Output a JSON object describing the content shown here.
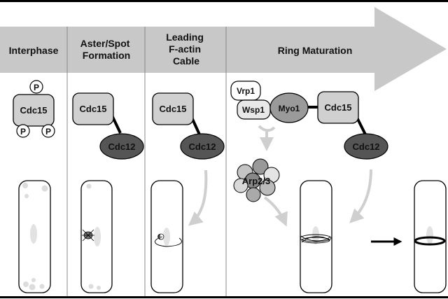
{
  "phases": [
    {
      "lines": [
        "Interphase"
      ]
    },
    {
      "lines": [
        "Aster/Spot",
        "Formation"
      ]
    },
    {
      "lines": [
        "Leading",
        "F-actin",
        "Cable"
      ]
    },
    {
      "lines": [
        "Ring Maturation"
      ]
    }
  ],
  "proteins": {
    "cdc15": "Cdc15",
    "cdc12": "Cdc12",
    "myo1": "Myo1",
    "vrp1": "Vrp1",
    "wsp1": "Wsp1",
    "arp23": "Arp2/3"
  },
  "phospho": "P",
  "colors": {
    "arrow": "#c8c8c8",
    "cdc15": "#d0d0d0",
    "cdc12": "#555555",
    "myo1": "#9a9a9a",
    "spot": "#dcdcdc",
    "pathway": "#cfcfcf"
  }
}
